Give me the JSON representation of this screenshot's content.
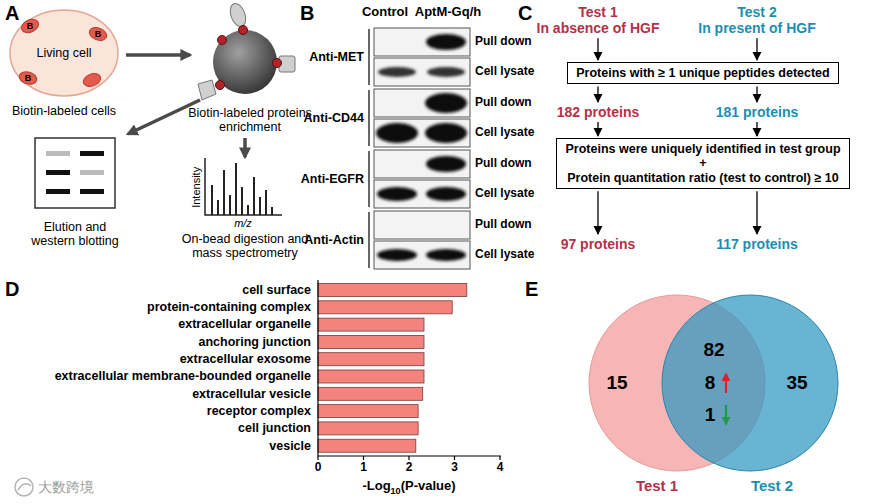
{
  "diagram": {
    "nodes": [
      {
        "text": [
          "Living cell"
        ]
      },
      {
        "text": [
          "Test 1",
          "In absence of HGF"
        ]
      },
      {
        "text": [
          "Test 2",
          "In present of HGF"
        ]
      },
      {
        "text": [
          "Proteins with ≥ 1 unique peptides detected"
        ]
      },
      {
        "text": [
          "182 proteins"
        ]
      },
      {
        "text": [
          "181 proteins"
        ]
      },
      {
        "text": [
          "Proteins were uniquely identified in test group",
          "+",
          "Protein quantitation ratio (test to control) ≥ 10"
        ]
      },
      {
        "text": [
          "97 proteins"
        ]
      },
      {
        "text": [
          "117 proteins"
        ]
      }
    ],
    "edges": [
      {
        "from": 1,
        "to": 3,
        "arrow": "to"
      },
      {
        "from": 2,
        "to": 3,
        "arrow": "to"
      },
      {
        "from": 3,
        "to": 4,
        "arrow": "to"
      },
      {
        "from": 3,
        "to": 5,
        "arrow": "to"
      },
      {
        "from": 4,
        "to": 6,
        "arrow": "to"
      },
      {
        "from": 5,
        "to": 6,
        "arrow": "to"
      },
      {
        "from": 6,
        "to": 7,
        "arrow": "to"
      },
      {
        "from": 6,
        "to": 8,
        "arrow": "to"
      }
    ],
    "labels": [
      "A",
      "B",
      "B",
      "B",
      "Biotin-labeled cells",
      "Biotin-labeled proteins enrichment",
      "Intensity",
      "m/z",
      "On-bead digestion and mass spectrometry",
      "Elution and western blotting",
      "B",
      "Control",
      "AptM-Gq/h",
      "Anti-MET",
      "Pull down",
      "Cell lysate",
      "Anti-CD44",
      "Pull down",
      "Cell lysate",
      "Anti-EGFR",
      "Pull down",
      "Cell lysate",
      "Anti-Actin",
      "Pull down",
      "Cell lysate",
      "C",
      "D",
      "cell surface",
      "protein-containing complex",
      "extracellular organelle",
      "anchoring junction",
      "extracellular exosome",
      "extracellular membrane-bounded organelle",
      "extracellular vesicle",
      "receptor complex",
      "cell junction",
      "vesicle",
      "0",
      "1",
      "2",
      "3",
      "4",
      "-Log",
      "10",
      "(P-value)",
      "E",
      "15",
      "82",
      "8",
      "1",
      "35",
      "Test 1",
      "Test 2",
      "大数跨境"
    ]
  }
}
